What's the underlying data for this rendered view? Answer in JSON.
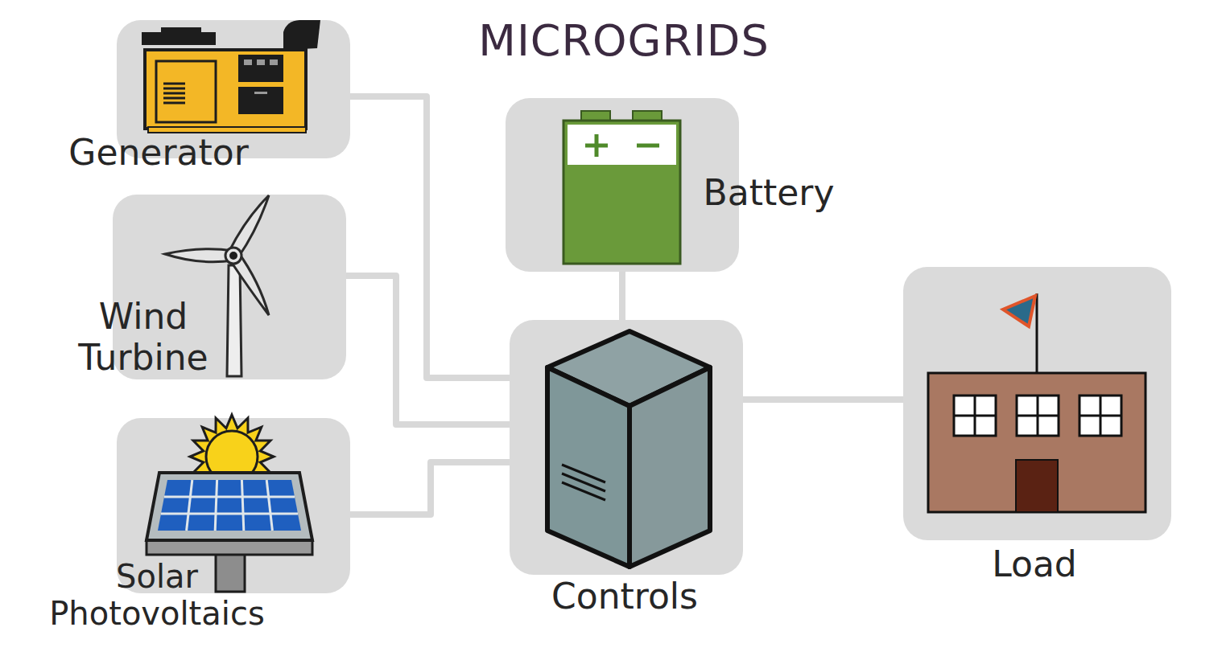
{
  "diagram": {
    "title": "MICROGRIDS",
    "nodes": [
      {
        "text": [
          "Generator"
        ]
      },
      {
        "text": [
          "Wind Turbine"
        ]
      },
      {
        "text": [
          "Solar Photovoltaics"
        ]
      },
      {
        "text": [
          "Battery"
        ]
      },
      {
        "text": [
          "Controls"
        ]
      },
      {
        "text": [
          "Load"
        ]
      }
    ],
    "edges": [
      {
        "from": 0,
        "to": 4,
        "arrow": "none"
      },
      {
        "from": 1,
        "to": 4,
        "arrow": "none"
      },
      {
        "from": 2,
        "to": 4,
        "arrow": "none"
      },
      {
        "from": 3,
        "to": 4,
        "arrow": "none"
      },
      {
        "from": 4,
        "to": 5,
        "arrow": "none"
      }
    ]
  }
}
